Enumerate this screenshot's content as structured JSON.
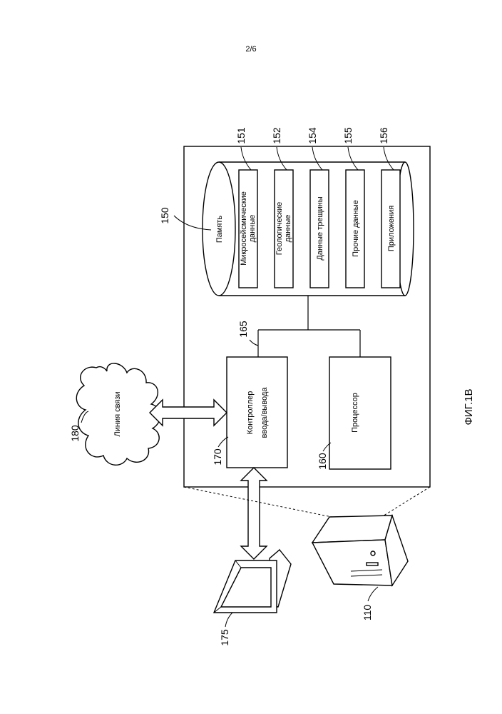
{
  "page_number": "2/6",
  "figure_label": "ФИГ.1B",
  "memory": {
    "ref": "150",
    "label": "Память"
  },
  "data_items": [
    {
      "ref": "151",
      "line1": "Микросейсмические",
      "line2": "данные"
    },
    {
      "ref": "152",
      "line1": "Геологические",
      "line2": "данные"
    },
    {
      "ref": "154",
      "line1": "Данные трещины",
      "line2": ""
    },
    {
      "ref": "155",
      "line1": "Прочие данные",
      "line2": ""
    },
    {
      "ref": "156",
      "line1": "Приложения",
      "line2": ""
    }
  ],
  "bus": {
    "ref": "165"
  },
  "io_controller": {
    "ref": "170",
    "line1": "Контроллер",
    "line2": "ввода/вывода"
  },
  "processor": {
    "ref": "160",
    "label": "Процессор"
  },
  "comm_link": {
    "ref": "180",
    "label": "Линия связи"
  },
  "terminal": {
    "ref": "175"
  },
  "server": {
    "ref": "110"
  }
}
